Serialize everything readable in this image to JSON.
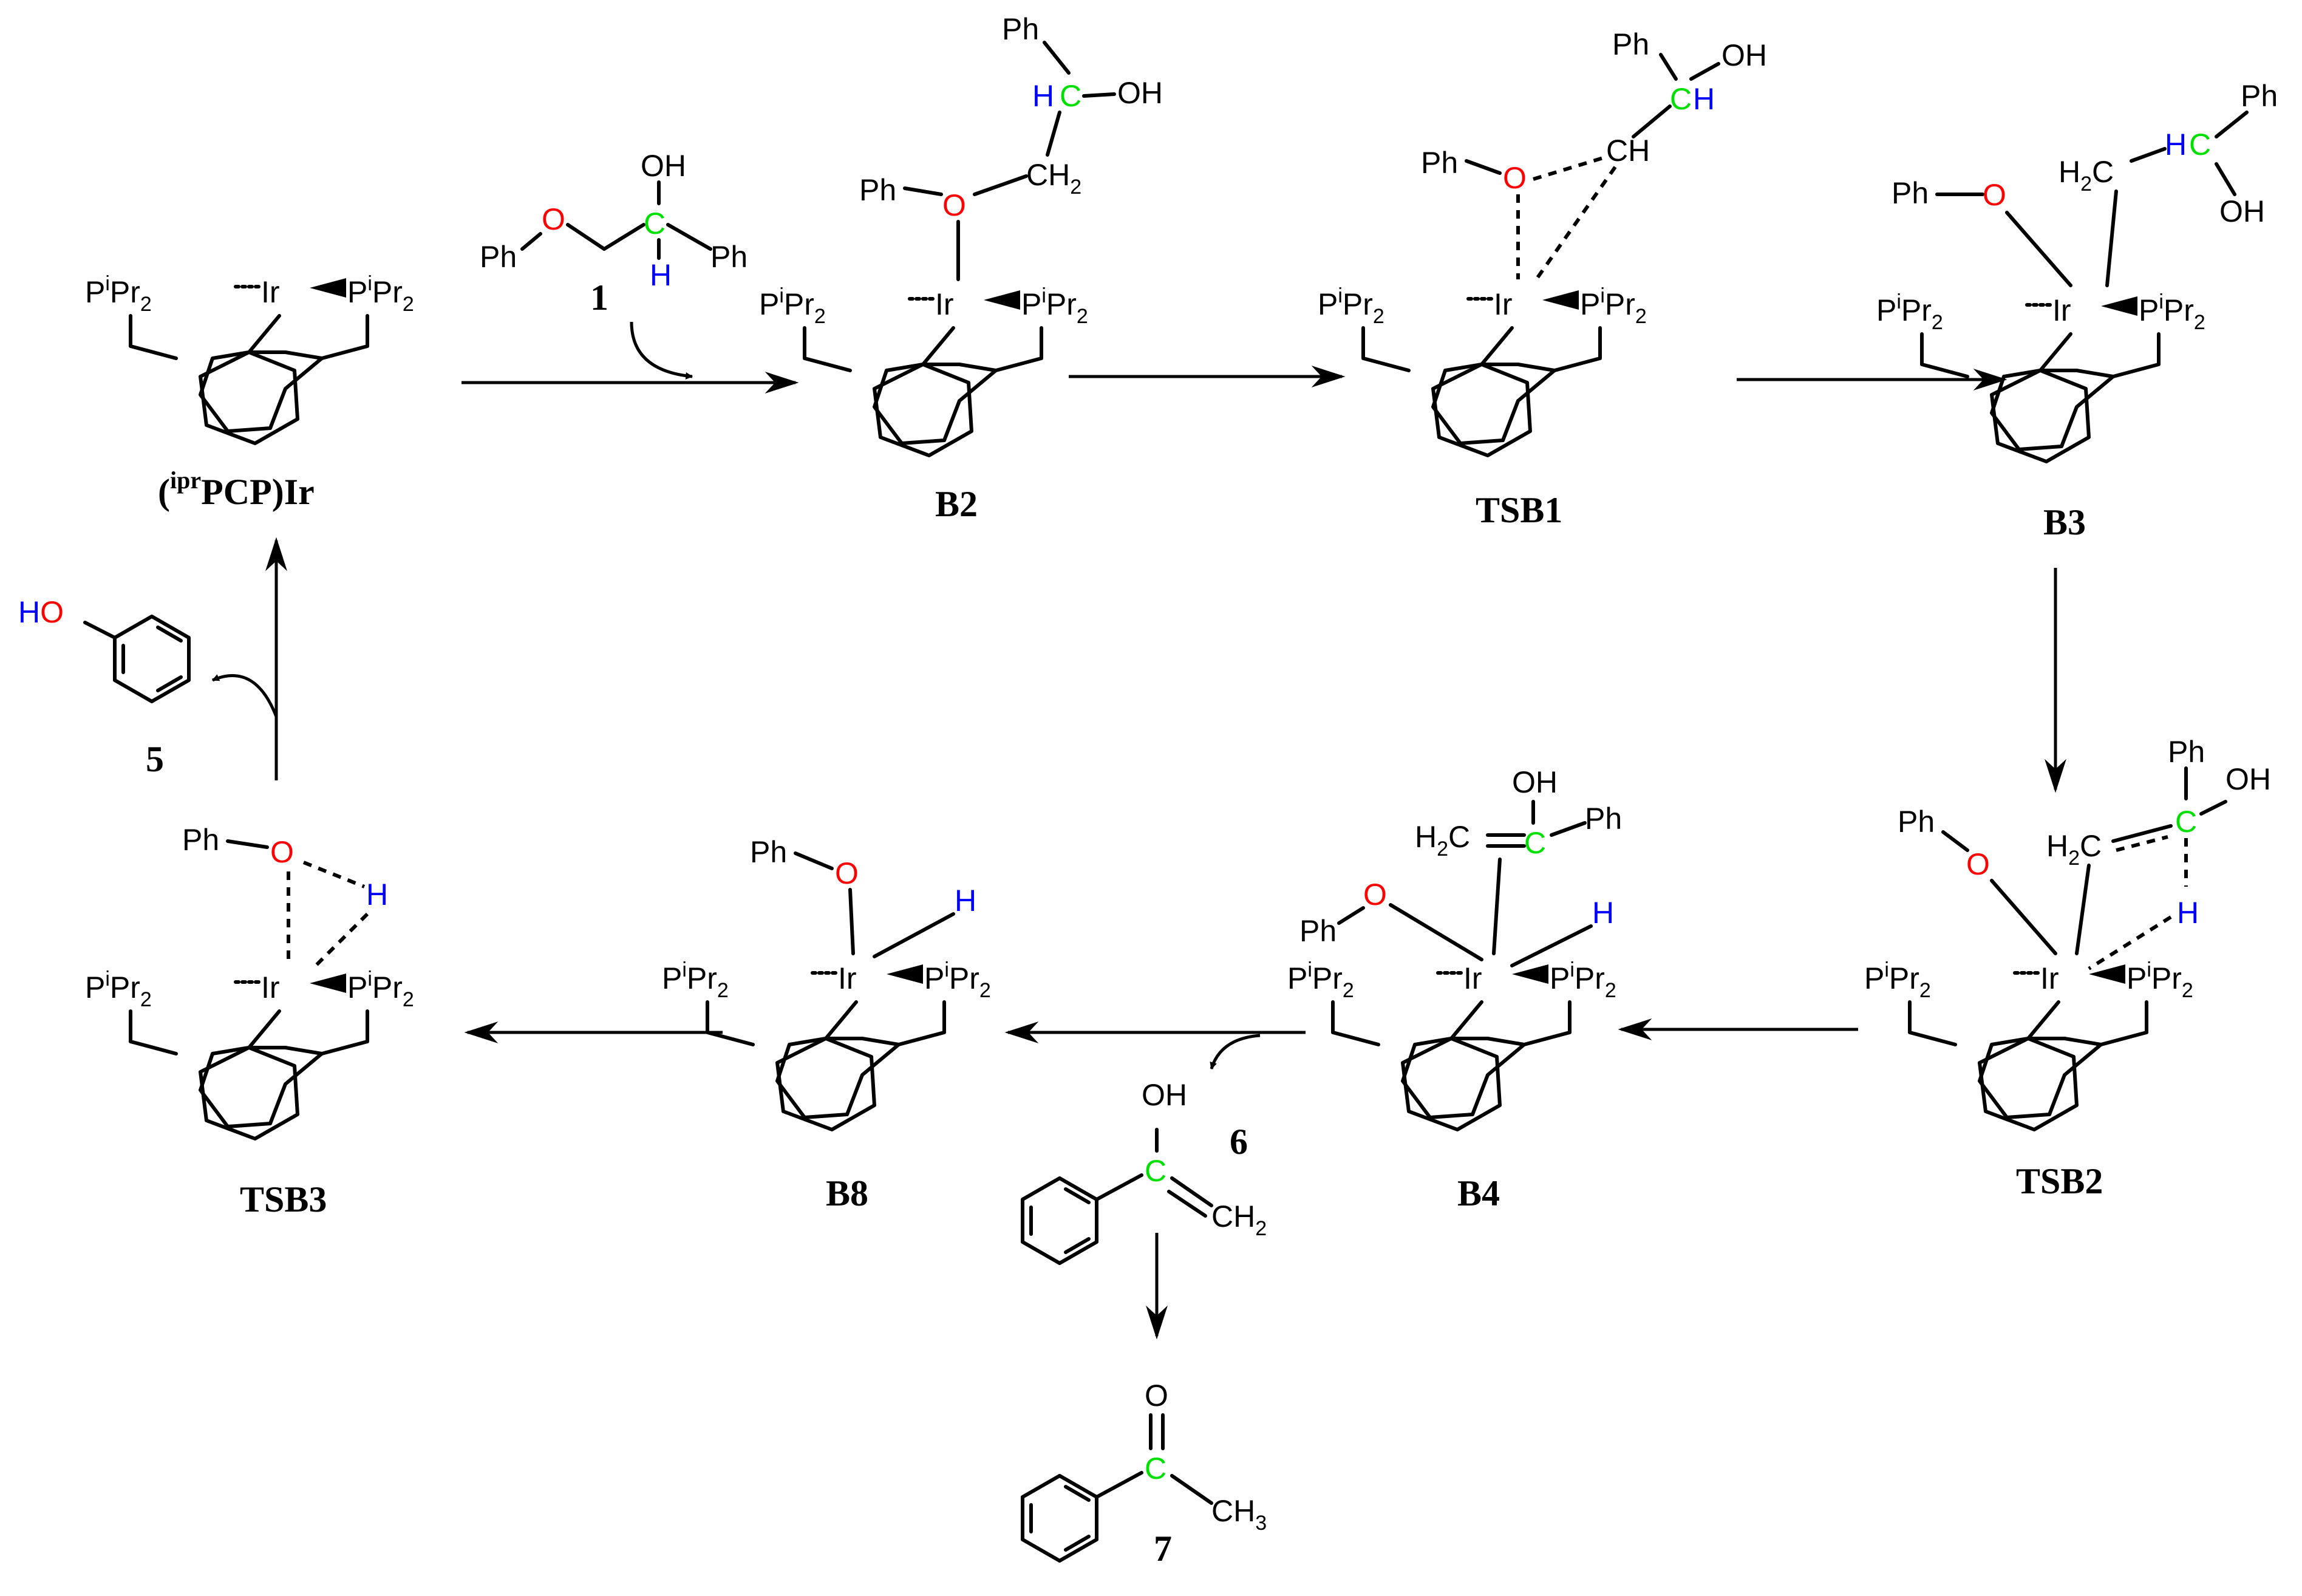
{
  "colors": {
    "oxygen": "#ff0000",
    "carbon": "#00e000",
    "hydrogen": "#0000ff",
    "ink": "#000000"
  },
  "ligand": {
    "p": "P",
    "sup": "i",
    "pr": "Pr",
    "sub": "2",
    "metal": "Ir"
  },
  "atoms": {
    "ph": "Ph",
    "o": "O",
    "h": "H",
    "c": "C",
    "oh": "OH",
    "ch": "CH",
    "ch2": "CH",
    "h2c": "H",
    "two": "2",
    "three": "3",
    "ch3": "CH"
  },
  "labels": {
    "cat_open": "(",
    "cat_sup": "ipr",
    "cat_rest": "PCP)Ir",
    "b2": "B2",
    "tsb1": "TSB1",
    "b3": "B3",
    "tsb2": "TSB2",
    "b4": "B4",
    "b8": "B8",
    "tsb3": "TSB3"
  },
  "compounds": {
    "c1": "1",
    "c5": "5",
    "c6": "6",
    "c7": "7"
  }
}
